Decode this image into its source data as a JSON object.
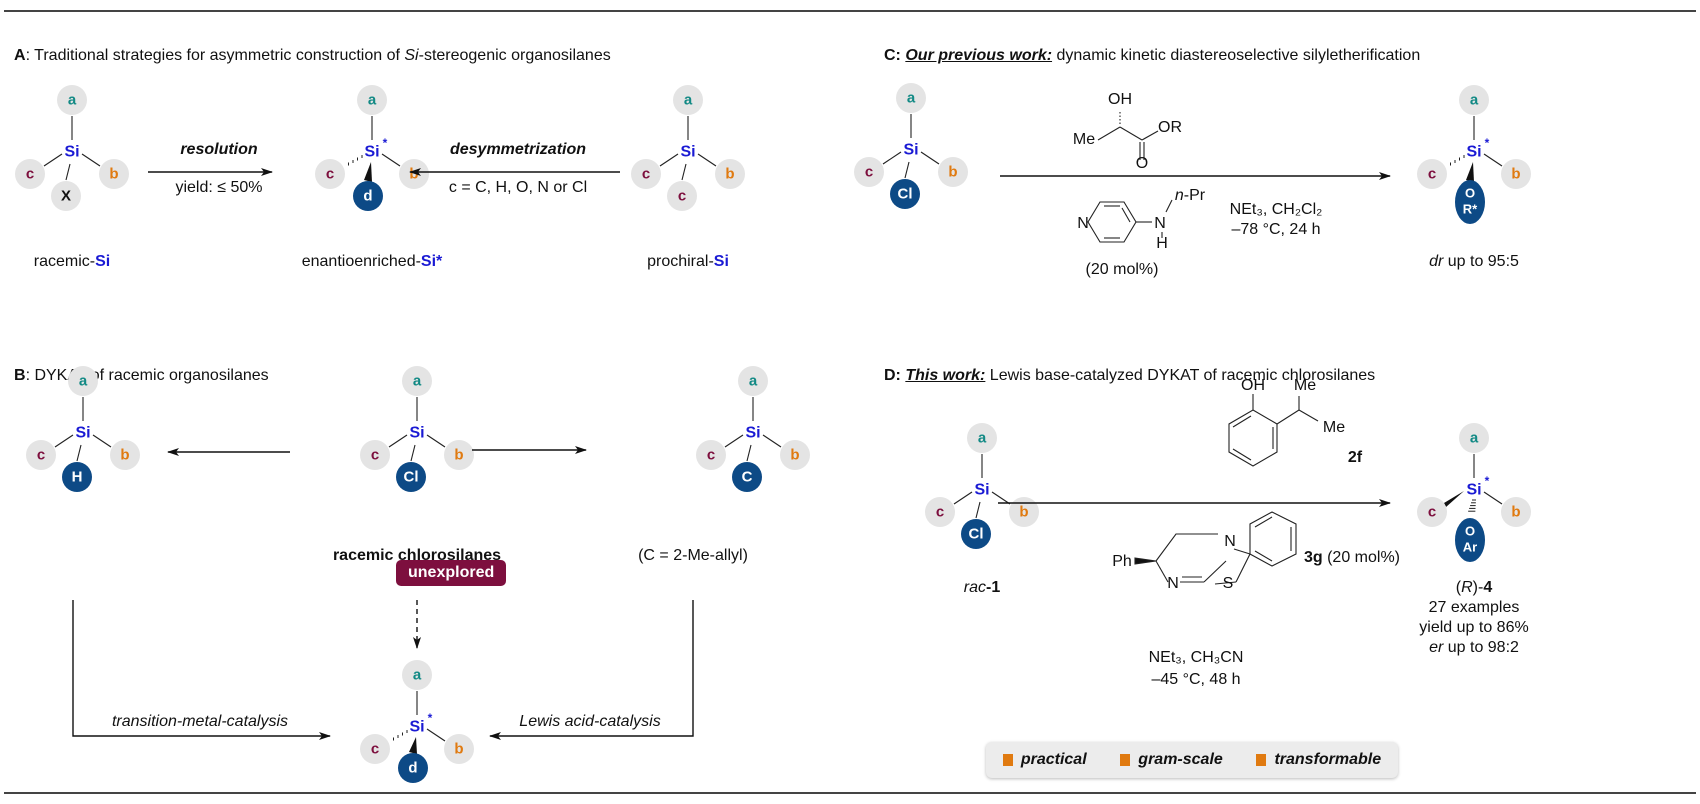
{
  "colors": {
    "a_label": "#138a85",
    "b_label": "#e07a10",
    "c_label": "#7d0f3e",
    "si": "#1a1ad4",
    "dark_node": "#0d4a86",
    "light_node": "#e4e4e4",
    "badge": "#7d0f3e",
    "feature_square": "#e07a10"
  },
  "panelA": {
    "letter": "A",
    "title_pre": ": Traditional strategies for asymmetric construction of ",
    "title_italic": "Si",
    "title_post": "-stereogenic organosilanes",
    "racemic_label_pre": "racemic-",
    "racemic_label_si": "Si",
    "enantio_label_pre": "enantioenriched-",
    "enantio_label_si": "Si*",
    "prochiral_label_pre": "prochiral-",
    "prochiral_label_si": "Si",
    "resolution": "resolution",
    "resolution_note": "yield: ≤ 50%",
    "desymmetrization": "desymmetrization",
    "desym_note": "c = C, H, O, N or Cl",
    "racemic_fourth": "X",
    "enantio_fourth": "d"
  },
  "panelB": {
    "letter": "B",
    "title": ": DYKAT of racemic organosilanes",
    "left_fourth": "H",
    "center_fourth": "Cl",
    "right_fourth": "C",
    "center_label": "racemic chlorosilanes",
    "right_note": "(C = 2-Me-allyl)",
    "unexplored": "unexplored",
    "left_path": "transition-metal-catalysis",
    "right_path": "Lewis acid-catalysis",
    "product_fourth": "d"
  },
  "panelC": {
    "letter": "C:",
    "title_ul": "Our previous work:",
    "title_post": " dynamic kinetic diastereoselective silyletherification",
    "reagent_oh": "OH",
    "reagent_me": "Me",
    "reagent_or": "OR",
    "reagent_o": "O",
    "cat_npr": "n-Pr",
    "cat_n": "N",
    "cat_nh": "N",
    "cat_h": "H",
    "cat_loading": "(20 mol%)",
    "conditions_1": "NEt₃, CH₂Cl₂",
    "conditions_2": "–78 °C, 24 h",
    "start_fourth": "Cl",
    "product_fourth": "OR*",
    "result": "dr up to 95:5"
  },
  "panelD": {
    "letter": "D:",
    "title_ul": "This work:",
    "title_post": " Lewis base-catalyzed DYKAT of racemic chlorosilanes",
    "reagent_oh": "OH",
    "reagent_me1": "Me",
    "reagent_me2": "Me",
    "reagent_id": "2f",
    "cat_ph": "Ph",
    "cat_n1": "N",
    "cat_n2": "N",
    "cat_s": "S",
    "cat_id": "3g",
    "cat_loading": " (20 mol%)",
    "conditions_1": "NEt₃, CH₃CN",
    "conditions_2": "–45 °C, 48 h",
    "start_fourth": "Cl",
    "start_label_it": "rac",
    "start_label_num": "-1",
    "product_fourth_top": "O",
    "product_fourth_bottom": "Ar",
    "product_label": "(R)-4",
    "stat_1": "27 examples",
    "stat_2": "yield up to 86%",
    "stat_3": "er up to 98:2",
    "features": [
      "practical",
      "gram-scale",
      "transformable"
    ]
  }
}
